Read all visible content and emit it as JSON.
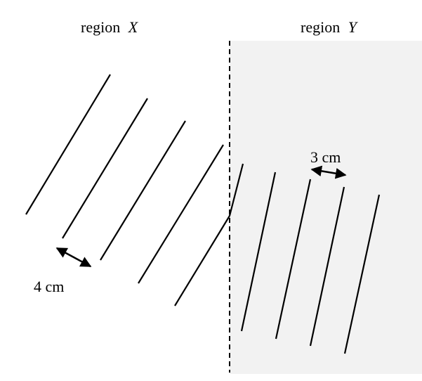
{
  "regions": {
    "left": {
      "prefix": "region",
      "letter": "X"
    },
    "right": {
      "prefix": "region",
      "letter": "Y",
      "shade": "#f2f2f2"
    }
  },
  "measurements": {
    "wavelength_x": "4 cm",
    "wavelength_y": "3 cm"
  },
  "colors": {
    "ink": "#000000",
    "background": "#ffffff"
  }
}
